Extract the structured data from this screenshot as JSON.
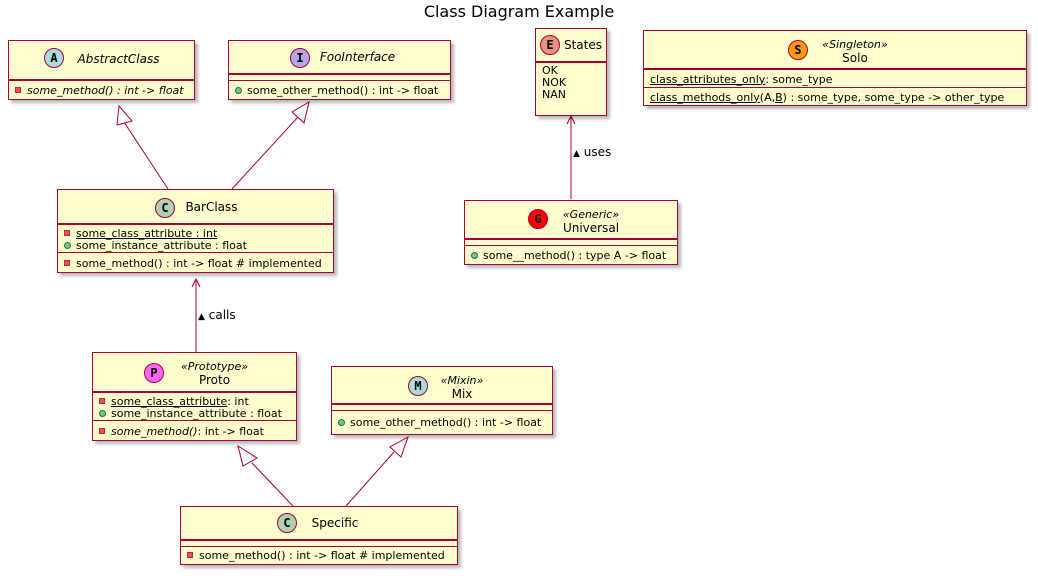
{
  "title": "Class Diagram Example",
  "colors": {
    "box_fill": "#FEFECE",
    "border": "#A80036"
  },
  "classes": {
    "abstract": {
      "name": "AbstractClass",
      "badge": "A",
      "badge_color": "#A9DCDF",
      "methods": [
        {
          "vis": "private",
          "text": "some_method() : int -> float"
        }
      ]
    },
    "foo": {
      "name": "FooInterface",
      "badge": "I",
      "badge_color": "#B4A7E5",
      "methods": [
        {
          "vis": "public",
          "text": "some_other_method() : int -> float"
        }
      ]
    },
    "states": {
      "name": "States",
      "badge": "E",
      "badge_color": "#EB937F",
      "values": [
        "OK",
        "NOK",
        "NAN"
      ]
    },
    "solo": {
      "name": "Solo",
      "stereotype": "«Singleton»",
      "badge": "S",
      "badge_color": "#FF9900",
      "attr_name": "class_attributes_only",
      "attr_type": " : some_type",
      "method_name": "class_methods_only",
      "method_args_open": "(A, ",
      "method_arg_b": "B",
      "method_rest": ") : some_type, some_type -> other_type"
    },
    "bar": {
      "name": "BarClass",
      "badge": "C",
      "badge_color": "#ADD1B2",
      "attrs": [
        {
          "vis": "private",
          "text": "some_class_attribute : int"
        },
        {
          "vis": "public",
          "text": "some_instance_attribute : float"
        }
      ],
      "methods": [
        {
          "vis": "private",
          "text": "some_method() : int -> float # implemented"
        }
      ]
    },
    "universal": {
      "name": "Universal",
      "stereotype": "«Generic»",
      "badge": "G",
      "badge_color": "#FF0000",
      "methods": [
        {
          "vis": "public",
          "text": "some__method() : type A -> float"
        }
      ]
    },
    "proto": {
      "name": "Proto",
      "stereotype": "«Prototype»",
      "badge": "P",
      "badge_color": "#FF66FF",
      "attrs": [
        {
          "vis": "private",
          "name": "some_class_attribute",
          "rest": " : int"
        },
        {
          "vis": "public",
          "text": "some_instance_attribute : float"
        }
      ],
      "methods": [
        {
          "vis": "private",
          "name": "some_method()",
          "rest": " : int -> float"
        }
      ]
    },
    "mix": {
      "name": "Mix",
      "stereotype": "«Mixin»",
      "badge": "M",
      "badge_color": "#A9DCDF",
      "methods": [
        {
          "vis": "public",
          "text": "some_other_method() : int -> float"
        }
      ]
    },
    "specific": {
      "name": "Specific",
      "badge": "C",
      "badge_color": "#ADD1B2",
      "methods": [
        {
          "vis": "private",
          "text": "some_method() : int -> float # implemented"
        }
      ]
    }
  },
  "relations": {
    "uses_label": "uses",
    "calls_label": "calls",
    "direction_glyph": "▲"
  }
}
